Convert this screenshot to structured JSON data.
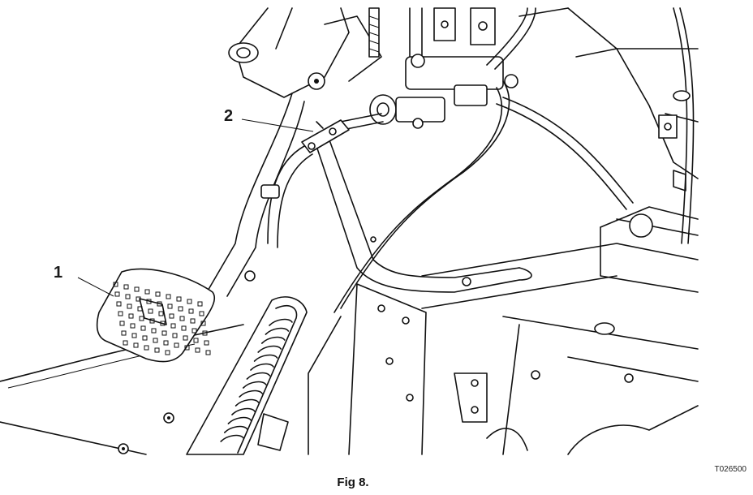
{
  "callouts": [
    {
      "id": "1",
      "label": "1",
      "part": "pedal"
    },
    {
      "id": "2",
      "label": "2",
      "part": "linkage-clevis"
    }
  ],
  "figure": {
    "caption": "Fig 8.",
    "drawing_code": "T026500"
  },
  "colors": {
    "ink": "#111111",
    "paper": "#ffffff"
  }
}
